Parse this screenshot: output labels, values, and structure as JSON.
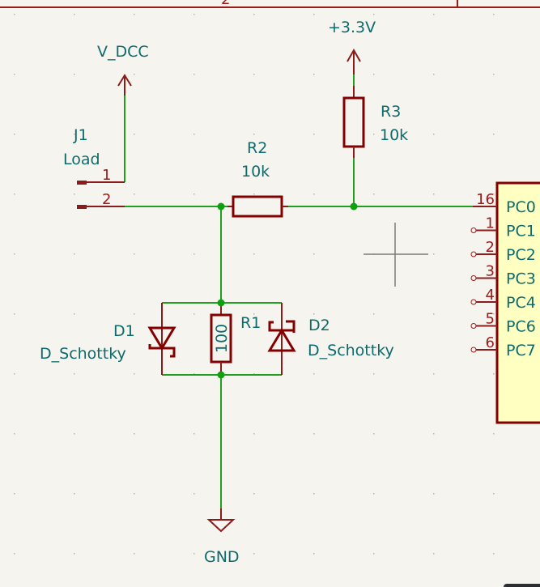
{
  "schematic": {
    "top_frame_label": "2",
    "power_symbols": {
      "vdcc": "V_DCC",
      "v33": "+3.3V",
      "gnd": "GND"
    },
    "components": {
      "J1": {
        "ref": "J1",
        "value": "Load",
        "pins": [
          "1",
          "2"
        ]
      },
      "R2": {
        "ref": "R2",
        "value": "10k"
      },
      "R3": {
        "ref": "R3",
        "value": "10k"
      },
      "R1": {
        "ref": "R1",
        "value": "100"
      },
      "D1": {
        "ref": "D1",
        "value": "D_Schottky"
      },
      "D2": {
        "ref": "D2",
        "value": "D_Schottky"
      }
    },
    "ic": {
      "pins": [
        {
          "num": "16",
          "name": "PC0"
        },
        {
          "num": "1",
          "name": "PC1"
        },
        {
          "num": "2",
          "name": "PC2"
        },
        {
          "num": "3",
          "name": "PC3"
        },
        {
          "num": "4",
          "name": "PC4"
        },
        {
          "num": "5",
          "name": "PC6"
        },
        {
          "num": "6",
          "name": "PC7"
        }
      ]
    },
    "colors": {
      "wire": "#1fa01f",
      "symbol": "#840000",
      "text": "#0e6b6b",
      "ic_fill": "#ffffc2",
      "background": "#f5f4ef"
    }
  }
}
